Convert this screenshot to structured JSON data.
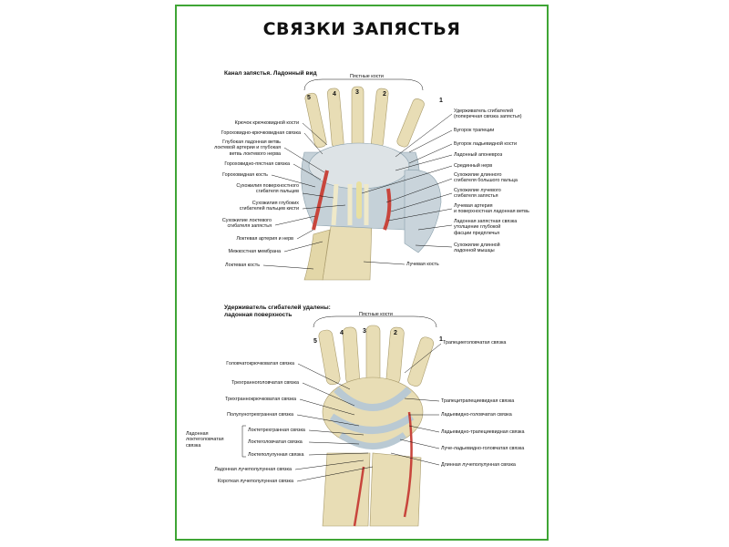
{
  "title": "СВЯЗКИ ЗАПЯСТЬЯ",
  "top": {
    "heading": "Канал запястья. Ладонный вид",
    "metacarpal_label": "Пястные кости",
    "numbers": [
      "5",
      "4",
      "3",
      "2",
      "1"
    ],
    "left_labels": [
      "Крючок крючковидной кости",
      "Гороховидно-крючковидная связка",
      "Глубокая ладонная ветвь\nлоктевой артерии и глубокая\nветвь локтевого нерва",
      "Гороховидно-пястная связка",
      "Гороховидная кость",
      "Сухожилия поверхностного\nсгибателя пальцев",
      "Сухожилия глубоких\nсгибателей пальцев кисти",
      "Сухожилие локтевого\nсгибателя запястья",
      "Локтевая артерия и нерв",
      "Межкостная мембрана",
      "Локтевая кость"
    ],
    "right_labels": [
      "Удерживатель сгибателей\n(поперечная связка запястья)",
      "Бугорок трапеции",
      "Бугорок ладьевидной кости",
      "Ладонный апоневроз",
      "Срединный нерв",
      "Сухожилие длинного\nсгибателя большого пальца",
      "Сухожилие лучевого\nсгибателя запястья",
      "Лучевая артерия\nи поверхностная ладонная ветвь",
      "Ладонная запястная связка\nутолщение глубокой\nфасции предплечья",
      "Сухожилие длинной\nладонной мышцы",
      "Лучевая кость"
    ]
  },
  "bottom": {
    "heading": "Удерживатель сгибателей удалены:\nладонная поверхность",
    "metacarpal_label": "Пястные кости",
    "numbers": [
      "5",
      "4",
      "3",
      "2",
      "1"
    ],
    "left_labels": [
      "Головчатокрючковатая связка",
      "Трехграннoголовчатая связка",
      "Трехграннокрючковатая связка",
      "Полулунотрехгранная связка"
    ],
    "group_label": "Ладонная\nлоктеголовчатая\nсвязка",
    "group_items": [
      "Локтетрехгранная связка",
      "Локтеголовчатая связка",
      "Локтеполулунная связка"
    ],
    "left_lower": [
      "Ладонная лучеполулунная связка",
      "Короткая лучеполулунная связка"
    ],
    "right_labels": [
      "Трапециеголовчатая связка",
      "Трапецитрапециевидная связка",
      "Ладьевидно-головчатая связка",
      "Ладьевидно-трапециевидная связка",
      "Луче-ладьевидно-головчатая связка",
      "Длинная лучеполулунная связка"
    ]
  },
  "colors": {
    "border": "#3fa535",
    "bone": "#e8ddb5",
    "ligament": "#b9c9d3",
    "artery": "#c8453c",
    "nerve": "#e9e0a0"
  }
}
